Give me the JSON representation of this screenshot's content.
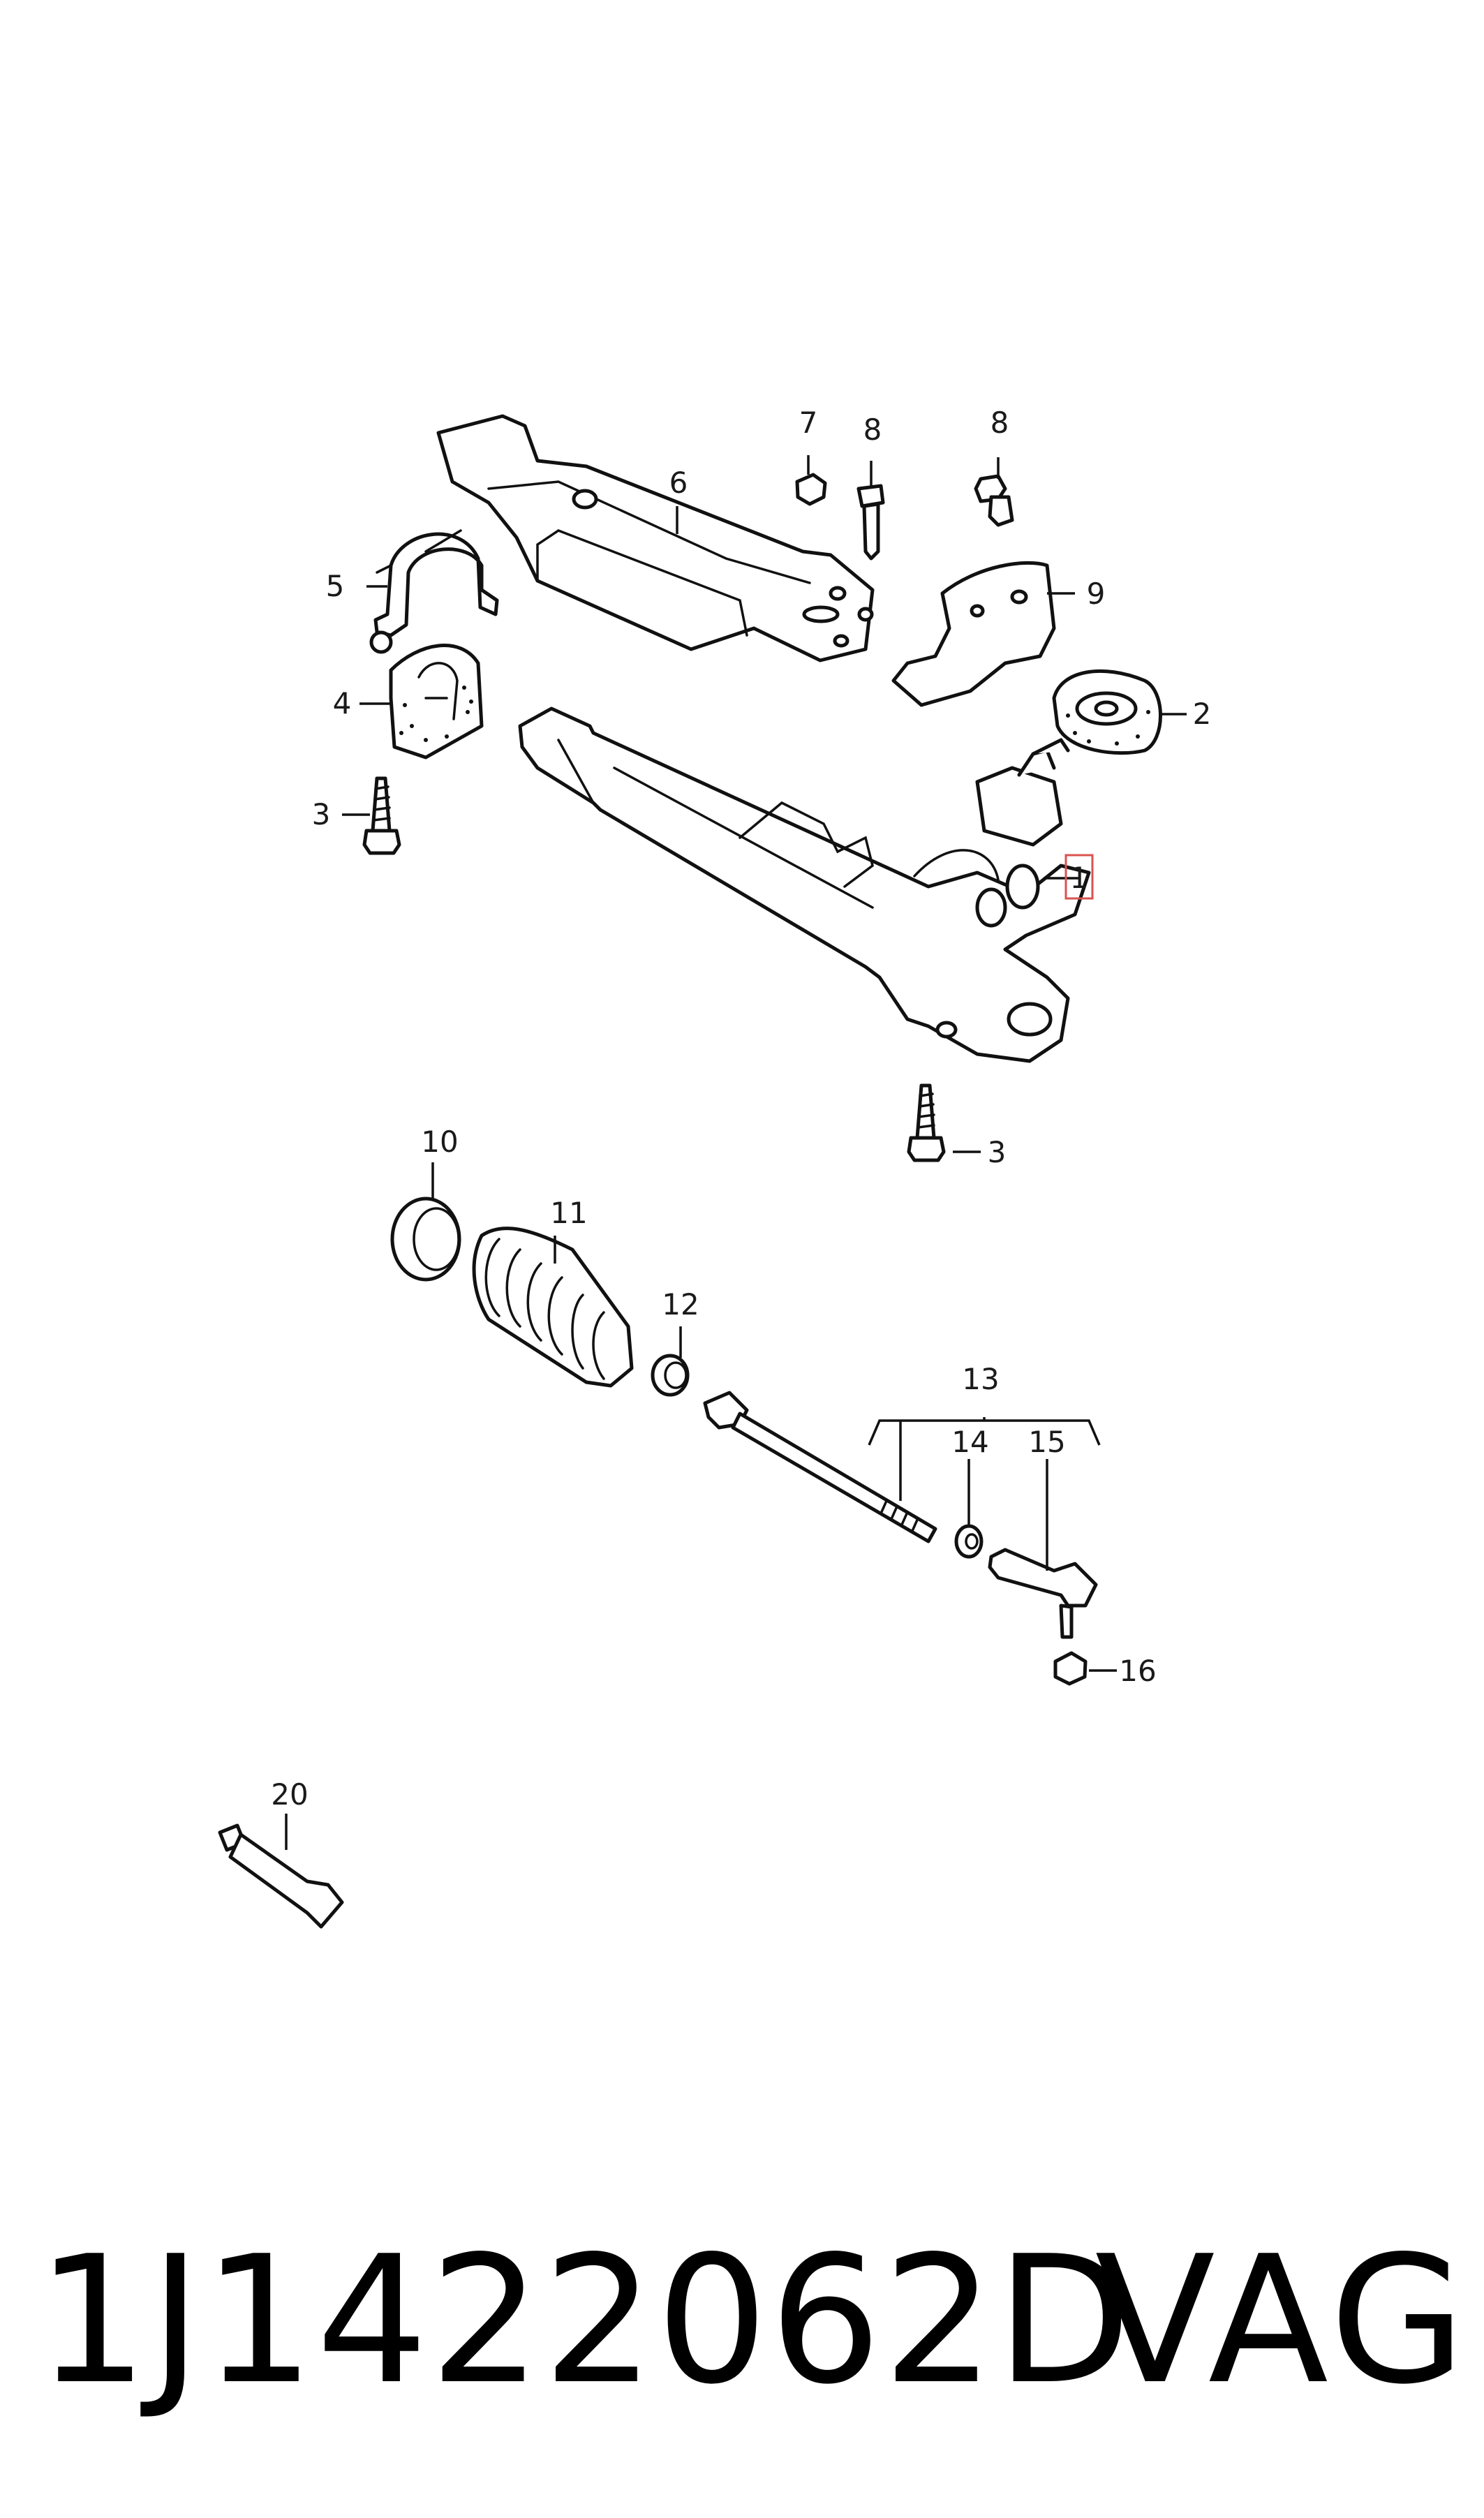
{
  "callouts": [
    {
      "id": "1",
      "label": "1",
      "highlighted": true
    },
    {
      "id": "2",
      "label": "2"
    },
    {
      "id": "3a",
      "label": "3"
    },
    {
      "id": "3b",
      "label": "3"
    },
    {
      "id": "4",
      "label": "4"
    },
    {
      "id": "5",
      "label": "5"
    },
    {
      "id": "6",
      "label": "6"
    },
    {
      "id": "7",
      "label": "7"
    },
    {
      "id": "8a",
      "label": "8"
    },
    {
      "id": "8b",
      "label": "8"
    },
    {
      "id": "9",
      "label": "9"
    },
    {
      "id": "10",
      "label": "10"
    },
    {
      "id": "11",
      "label": "11"
    },
    {
      "id": "12",
      "label": "12"
    },
    {
      "id": "13",
      "label": "13"
    },
    {
      "id": "14",
      "label": "14"
    },
    {
      "id": "15",
      "label": "15"
    },
    {
      "id": "16",
      "label": "16"
    },
    {
      "id": "20",
      "label": "20"
    }
  ],
  "highlight_color": "#d9534f",
  "footer": {
    "part_number": "1J1422062D",
    "brand": "VAG"
  }
}
